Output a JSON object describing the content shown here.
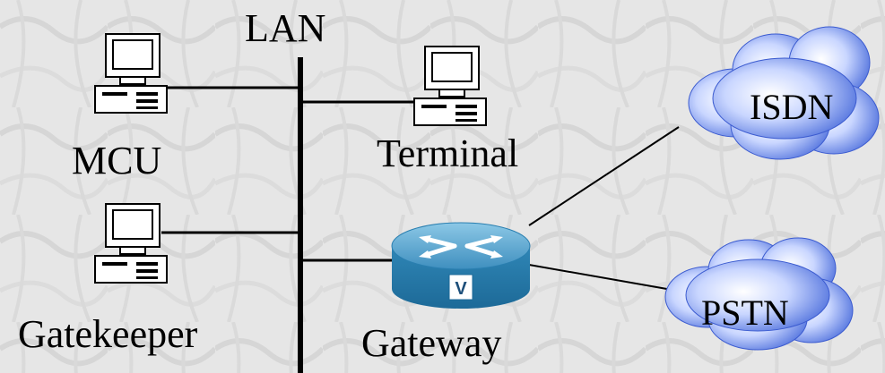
{
  "labels": {
    "lan": "LAN",
    "mcu": "MCU",
    "terminal": "Terminal",
    "gatekeeper": "Gatekeeper",
    "gateway": "Gateway",
    "isdn": "ISDN",
    "pstn": "PSTN",
    "router_badge": "V"
  },
  "icons": {
    "mcu": "computer-icon",
    "terminal": "computer-icon",
    "gatekeeper": "computer-icon",
    "gateway": "router-icon",
    "isdn": "cloud-icon",
    "pstn": "cloud-icon"
  },
  "colors": {
    "background": "#e6e6e6",
    "lines": "#000000",
    "router_top": "#5ba6cc",
    "router_side": "#2a7fb0",
    "cloud": "#4a6ee0",
    "cloud_light": "#dfe7ff"
  }
}
